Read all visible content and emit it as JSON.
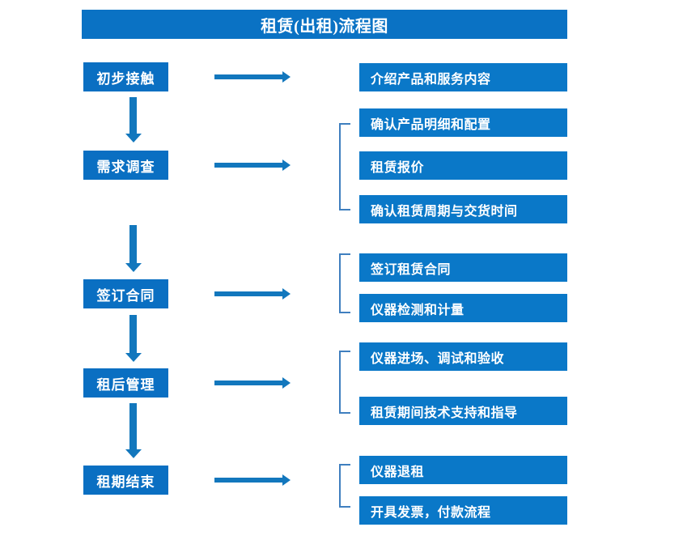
{
  "diagram": {
    "title": "租赁(出租)流程图",
    "colors": {
      "box_blue": "#0a72c4",
      "detail_blue": "#0a78c8",
      "arrow_blue": "#1277bd",
      "bracket_blue": "#3f7fbf",
      "text_white": "#ffffff",
      "background": "#ffffff"
    },
    "stages": [
      {
        "id": "stage-1",
        "label": "初步接触"
      },
      {
        "id": "stage-2",
        "label": "需求调查"
      },
      {
        "id": "stage-3",
        "label": "签订合同"
      },
      {
        "id": "stage-4",
        "label": "租后管理"
      },
      {
        "id": "stage-5",
        "label": "租期结束"
      }
    ],
    "details": [
      {
        "id": "detail-1-1",
        "label": "介绍产品和服务内容"
      },
      {
        "id": "detail-2-1",
        "label": "确认产品明细和配置"
      },
      {
        "id": "detail-2-2",
        "label": "租赁报价"
      },
      {
        "id": "detail-2-3",
        "label": "确认租赁周期与交货时间"
      },
      {
        "id": "detail-3-1",
        "label": "签订租赁合同"
      },
      {
        "id": "detail-3-2",
        "label": "仪器检测和计量"
      },
      {
        "id": "detail-4-1",
        "label": "仪器进场、调试和验收"
      },
      {
        "id": "detail-4-2",
        "label": "租赁期间技术支持和指导"
      },
      {
        "id": "detail-5-1",
        "label": "仪器退租"
      },
      {
        "id": "detail-5-2",
        "label": "开具发票，付款流程"
      }
    ]
  }
}
